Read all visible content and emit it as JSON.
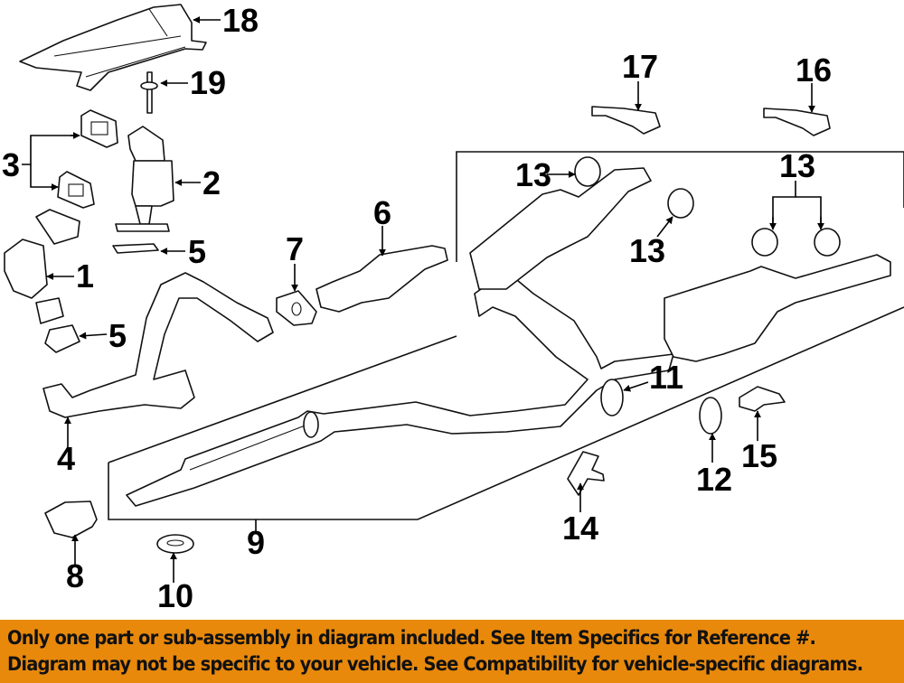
{
  "diagram": {
    "subject": "exhaust-system-parts-diagram",
    "callouts": [
      {
        "id": "c18",
        "label": "18",
        "part": "heat-shield"
      },
      {
        "id": "c19",
        "label": "19",
        "part": "stud"
      },
      {
        "id": "c3",
        "label": "3",
        "part": "gaskets"
      },
      {
        "id": "c2",
        "label": "2",
        "part": "catalytic-converter-rear"
      },
      {
        "id": "c5a",
        "label": "5",
        "part": "gasket-upper"
      },
      {
        "id": "c1",
        "label": "1",
        "part": "catalytic-converter-front"
      },
      {
        "id": "c5b",
        "label": "5",
        "part": "gasket-lower"
      },
      {
        "id": "c4",
        "label": "4",
        "part": "front-pipe"
      },
      {
        "id": "c7",
        "label": "7",
        "part": "flange-gasket"
      },
      {
        "id": "c6",
        "label": "6",
        "part": "converter-pipe"
      },
      {
        "id": "c8",
        "label": "8",
        "part": "clamp"
      },
      {
        "id": "c10",
        "label": "10",
        "part": "grommet"
      },
      {
        "id": "c9",
        "label": "9",
        "part": "intermediate-pipe-resonator"
      },
      {
        "id": "c14",
        "label": "14",
        "part": "bracket"
      },
      {
        "id": "c11",
        "label": "11",
        "part": "hanger-insulator"
      },
      {
        "id": "c12",
        "label": "12",
        "part": "hanger-insulator"
      },
      {
        "id": "c15",
        "label": "15",
        "part": "hanger-bracket"
      },
      {
        "id": "c13a",
        "label": "13",
        "part": "muffler-hanger"
      },
      {
        "id": "c13b",
        "label": "13",
        "part": "muffler-hanger"
      },
      {
        "id": "c13c",
        "label": "13",
        "part": "muffler-hangers"
      },
      {
        "id": "c17",
        "label": "17",
        "part": "hanger-bracket-left"
      },
      {
        "id": "c16",
        "label": "16",
        "part": "hanger-bracket-right"
      }
    ]
  },
  "banner": {
    "line1": "Only one part or sub-assembly in diagram included. See Item Specifics for Reference #.",
    "line2": "Diagram may not be specific to your vehicle. See Compatibility for vehicle-specific diagrams.",
    "background_color": "#E8890C",
    "text_color": "#111111"
  }
}
